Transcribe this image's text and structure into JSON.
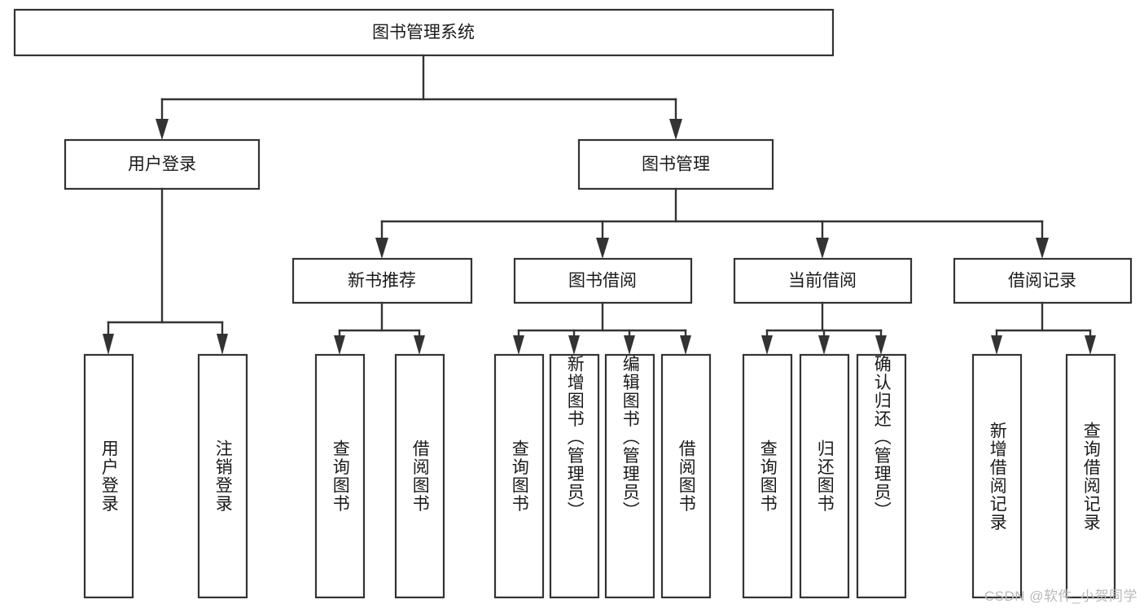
{
  "diagram": {
    "type": "tree-hierarchy",
    "title": "图书管理系统",
    "colors": {
      "stroke": "#333333",
      "box_fill": "#ffffff",
      "text": "#1a1a1a",
      "background": "#ffffff",
      "watermark": "#b9b9b9"
    },
    "root": {
      "label": "图书管理系统"
    },
    "level2": [
      {
        "label": "用户登录"
      },
      {
        "label": "图书管理"
      }
    ],
    "level3": [
      {
        "label": "新书推荐"
      },
      {
        "label": "图书借阅"
      },
      {
        "label": "当前借阅"
      },
      {
        "label": "借阅记录"
      }
    ],
    "leaves": {
      "user_login": [
        {
          "label": "用户登录"
        },
        {
          "label": "注销登录"
        }
      ],
      "new_book_recommend": [
        {
          "label": "查询图书"
        },
        {
          "label": "借阅图书"
        }
      ],
      "book_borrow": [
        {
          "label": "查询图书"
        },
        {
          "label": "新增图书（管理员）"
        },
        {
          "label": "编辑图书（管理员）"
        },
        {
          "label": "借阅图书"
        }
      ],
      "current_borrow": [
        {
          "label": "查询图书"
        },
        {
          "label": "归还图书"
        },
        {
          "label": "确认归还（管理员）"
        }
      ],
      "borrow_record": [
        {
          "label": "新增借阅记录"
        },
        {
          "label": "查询借阅记录"
        }
      ]
    },
    "watermark": "CSDN @软件_小贺同学"
  }
}
